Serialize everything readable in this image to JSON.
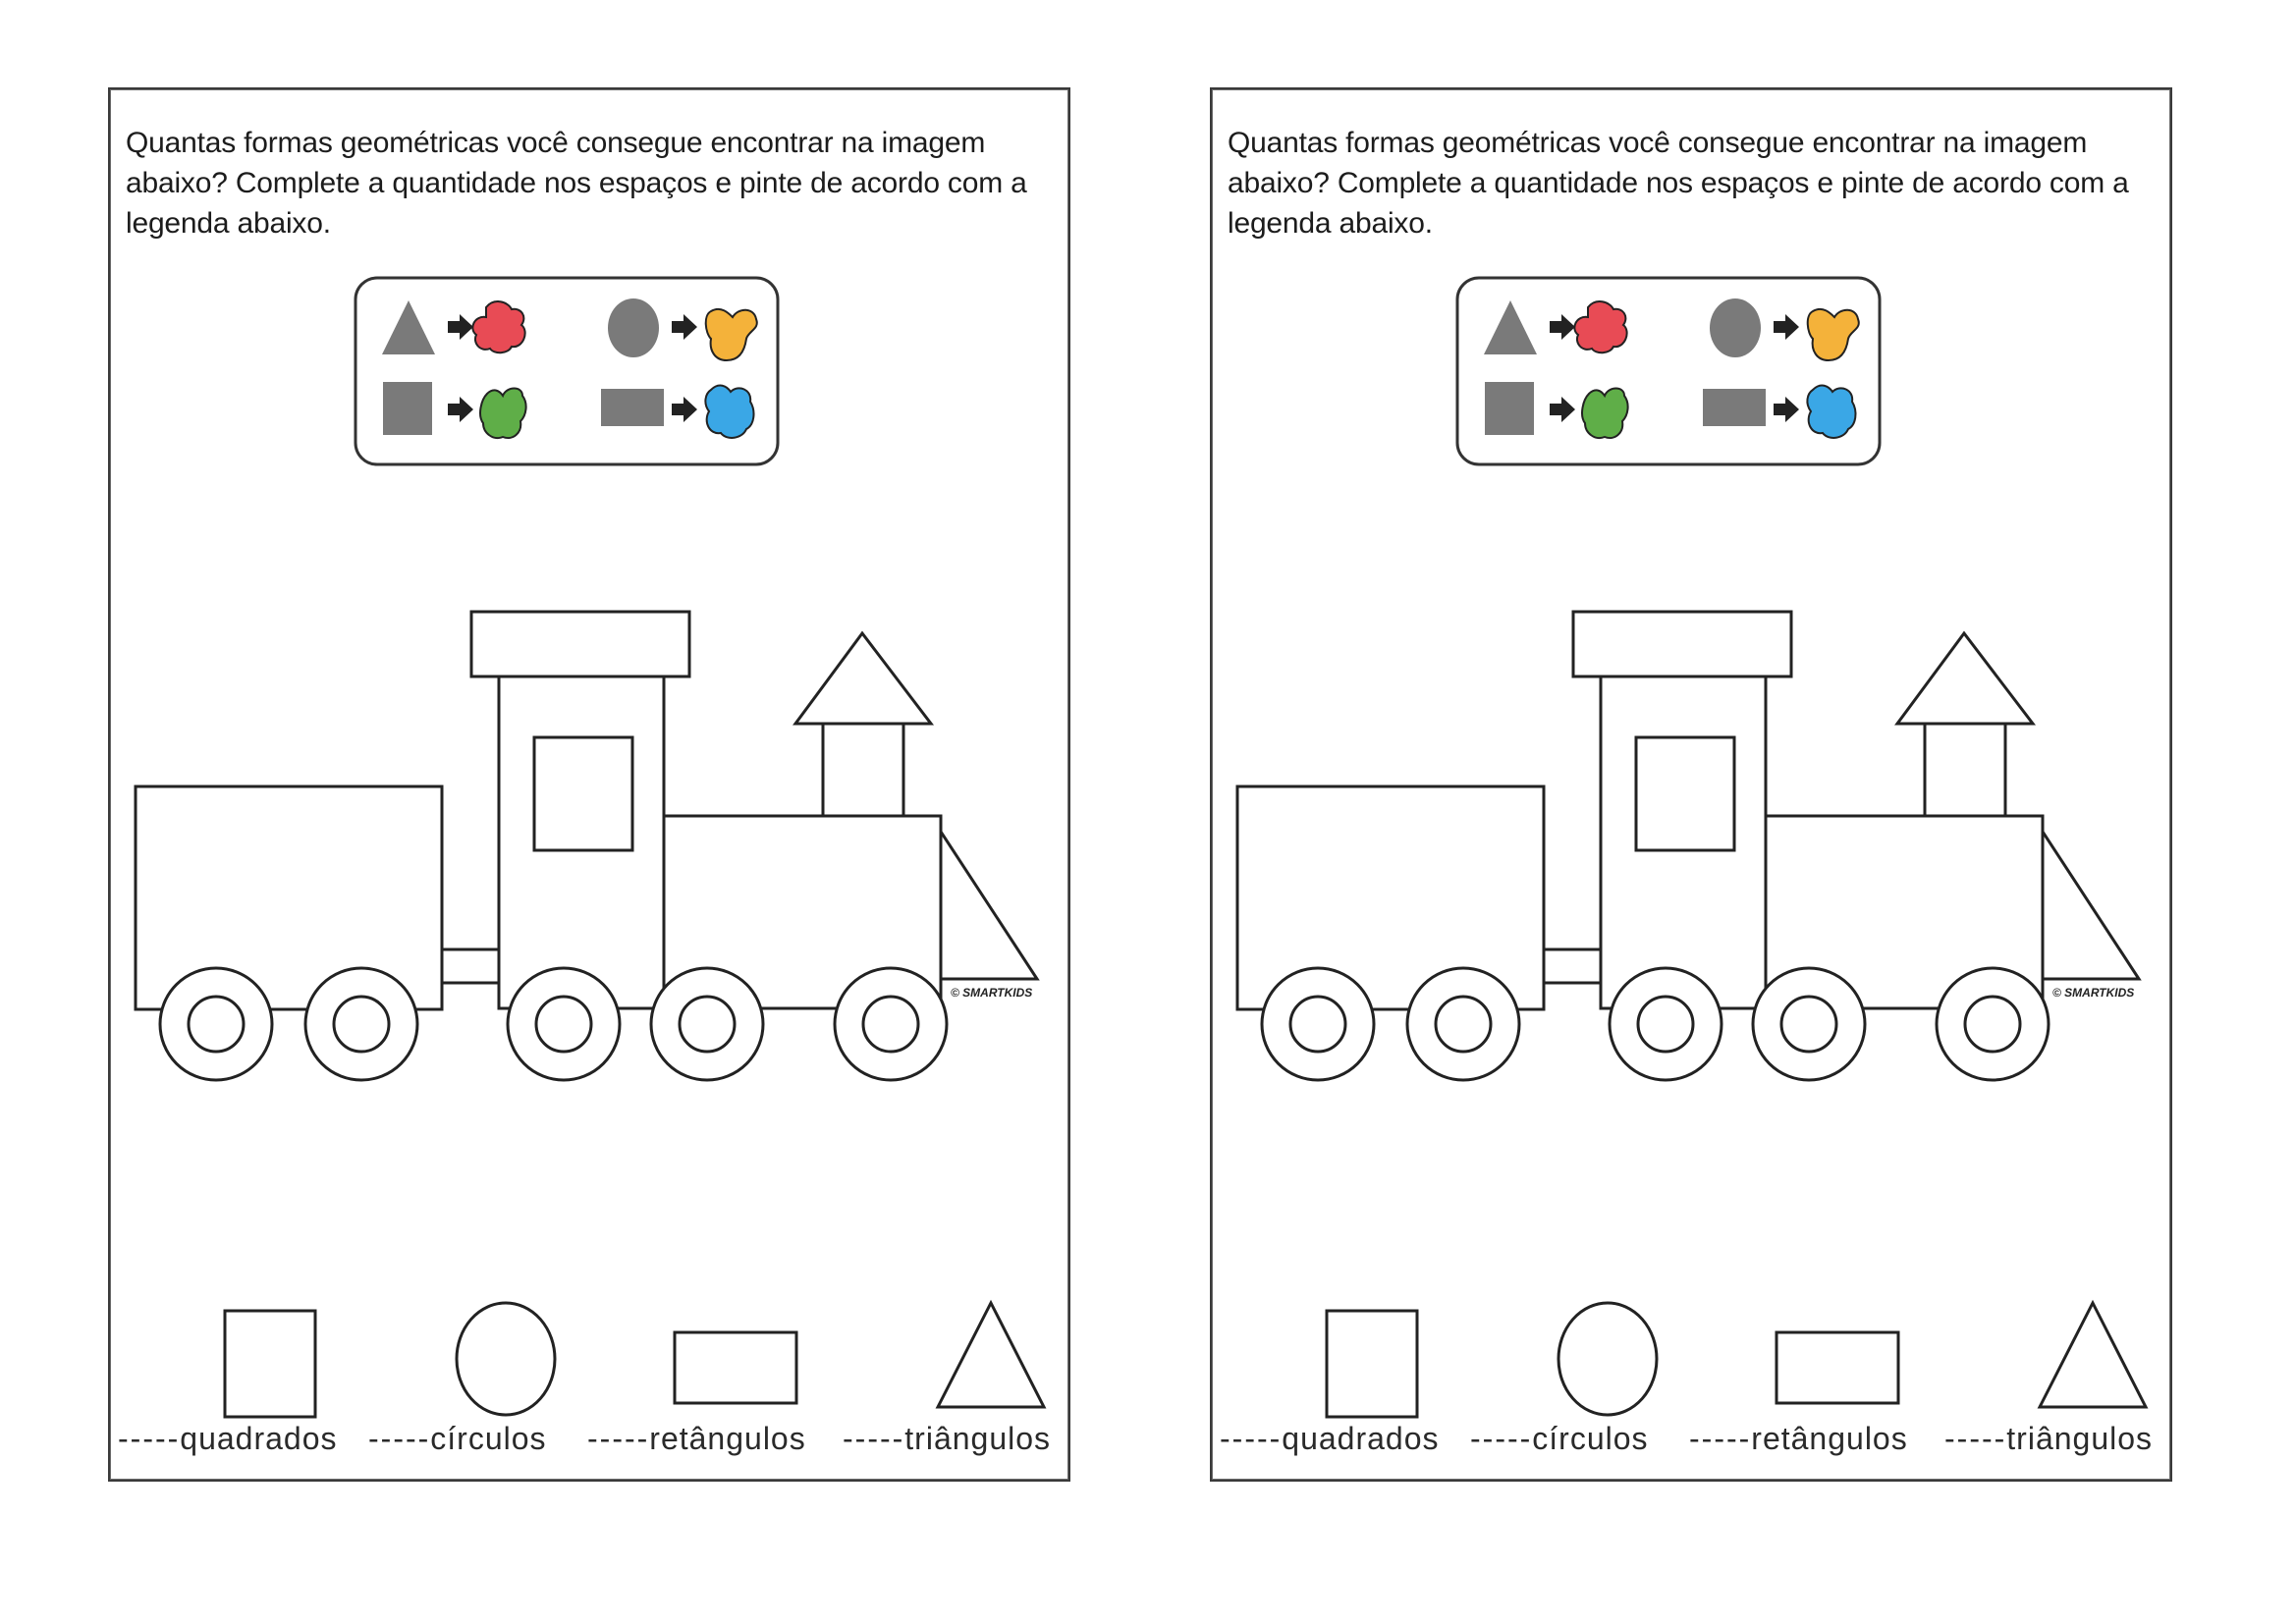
{
  "sheets": [
    {
      "instructions": "Quantas formas geométricas você consegue encontrar na imagem abaixo? Complete a quantidade nos espaços e pinte de acordo com a legenda abaixo.",
      "watermark": "© SMARTKIDS",
      "answers": [
        {
          "blank": "-----",
          "word": "quadrados"
        },
        {
          "blank": "-----",
          "word": "círculos"
        },
        {
          "blank": "-----",
          "word": "retângulos"
        },
        {
          "blank": "-----",
          "word": "triângulos"
        }
      ]
    },
    {
      "instructions": "Quantas formas geométricas você consegue encontrar na imagem abaixo? Complete a quantidade nos espaços e pinte de acordo com a legenda abaixo.",
      "watermark": "© SMARTKIDS",
      "answers": [
        {
          "blank": "-----",
          "word": "quadrados"
        },
        {
          "blank": "-----",
          "word": "círculos"
        },
        {
          "blank": "-----",
          "word": "retângulos"
        },
        {
          "blank": "-----",
          "word": "triângulos"
        }
      ]
    }
  ],
  "legend": {
    "icons": [
      "triangle-icon",
      "circle-icon",
      "square-icon",
      "rectangle-icon",
      "arrow-right-icon",
      "paint-blob-icon"
    ],
    "colors": {
      "triangle": "#e84b55",
      "circle": "#f4b23a",
      "square": "#5fae48",
      "rectangle": "#3aa7e6",
      "shape_gray": "#7a7a7a"
    }
  }
}
